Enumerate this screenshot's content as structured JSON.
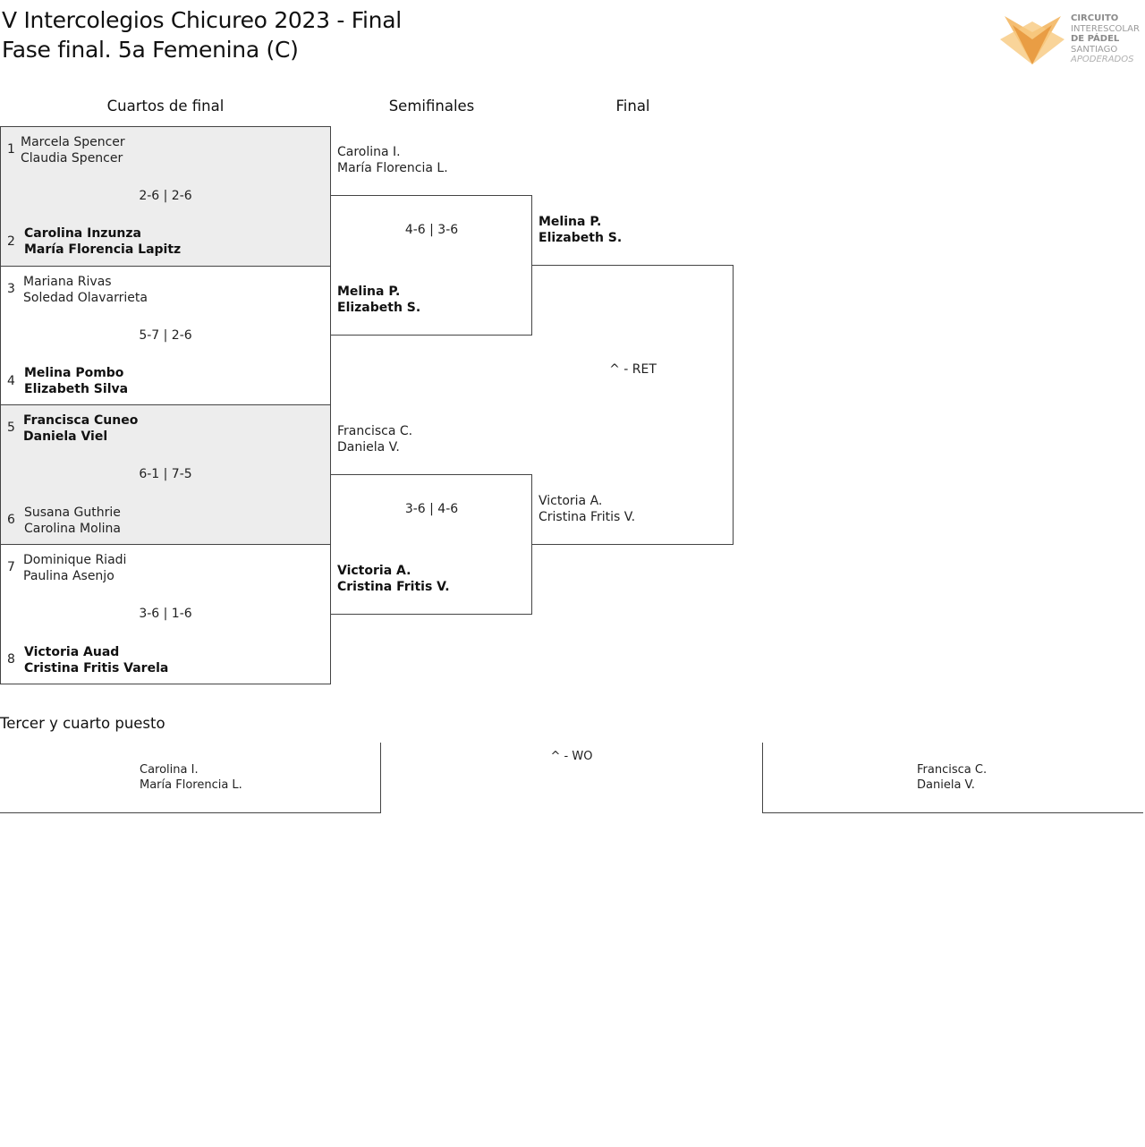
{
  "header": {
    "title_line1": "V Intercolegios Chicureo 2023 - Final",
    "title_line2": "Fase final. 5a Femenina (C)",
    "logo": {
      "line1": "CIRCUITO",
      "line2": "INTERESCOLAR",
      "line3": "DE PÁDEL",
      "line4": "SANTIAGO",
      "line5": "APODERADOS",
      "colors": [
        "#f2b35b",
        "#e38b2c",
        "#f7c97f"
      ]
    }
  },
  "rounds": {
    "quarterfinals": "Cuartos de final",
    "semifinals": "Semifinales",
    "final": "Final"
  },
  "quarterfinals": [
    {
      "score": "2-6 | 2-6",
      "top": {
        "seed": "1",
        "p1": "Marcela Spencer",
        "p2": "Claudia Spencer"
      },
      "bottom": {
        "seed": "2",
        "p1": "Carolina Inzunza",
        "p2": "María Florencia Lapitz"
      }
    },
    {
      "score": "5-7 | 2-6",
      "top": {
        "seed": "3",
        "p1": "Mariana Rivas",
        "p2": "Soledad Olavarrieta"
      },
      "bottom": {
        "seed": "4",
        "p1": "Melina Pombo",
        "p2": "Elizabeth Silva"
      }
    },
    {
      "score": "6-1 | 7-5",
      "top": {
        "seed": "5",
        "p1": "Francisca Cuneo",
        "p2": "Daniela Viel"
      },
      "bottom": {
        "seed": "6",
        "p1": "Susana Guthrie",
        "p2": "Carolina Molina"
      }
    },
    {
      "score": "3-6 | 1-6",
      "top": {
        "seed": "7",
        "p1": "Dominique Riadi",
        "p2": "Paulina Asenjo"
      },
      "bottom": {
        "seed": "8",
        "p1": "Victoria Auad",
        "p2": "Cristina Fritis Varela"
      }
    }
  ],
  "semifinals": [
    {
      "score": "4-6 | 3-6",
      "top": {
        "p1": "Carolina I.",
        "p2": "María Florencia L."
      },
      "bottom": {
        "p1": "Melina P.",
        "p2": "Elizabeth S."
      }
    },
    {
      "score": "3-6 | 4-6",
      "top": {
        "p1": "Francisca C.",
        "p2": "Daniela V."
      },
      "bottom": {
        "p1": "Victoria A.",
        "p2": "Cristina Fritis V."
      }
    }
  ],
  "final": {
    "score": "^ - RET",
    "top": {
      "p1": "Melina P.",
      "p2": "Elizabeth S."
    },
    "bottom": {
      "p1": "Victoria A.",
      "p2": "Cristina Fritis V."
    }
  },
  "third_place": {
    "title": "Tercer y cuarto puesto",
    "score": "^ - WO",
    "left": {
      "p1": "Carolina I.",
      "p2": "María Florencia L."
    },
    "right": {
      "p1": "Francisca C.",
      "p2": "Daniela V."
    }
  }
}
